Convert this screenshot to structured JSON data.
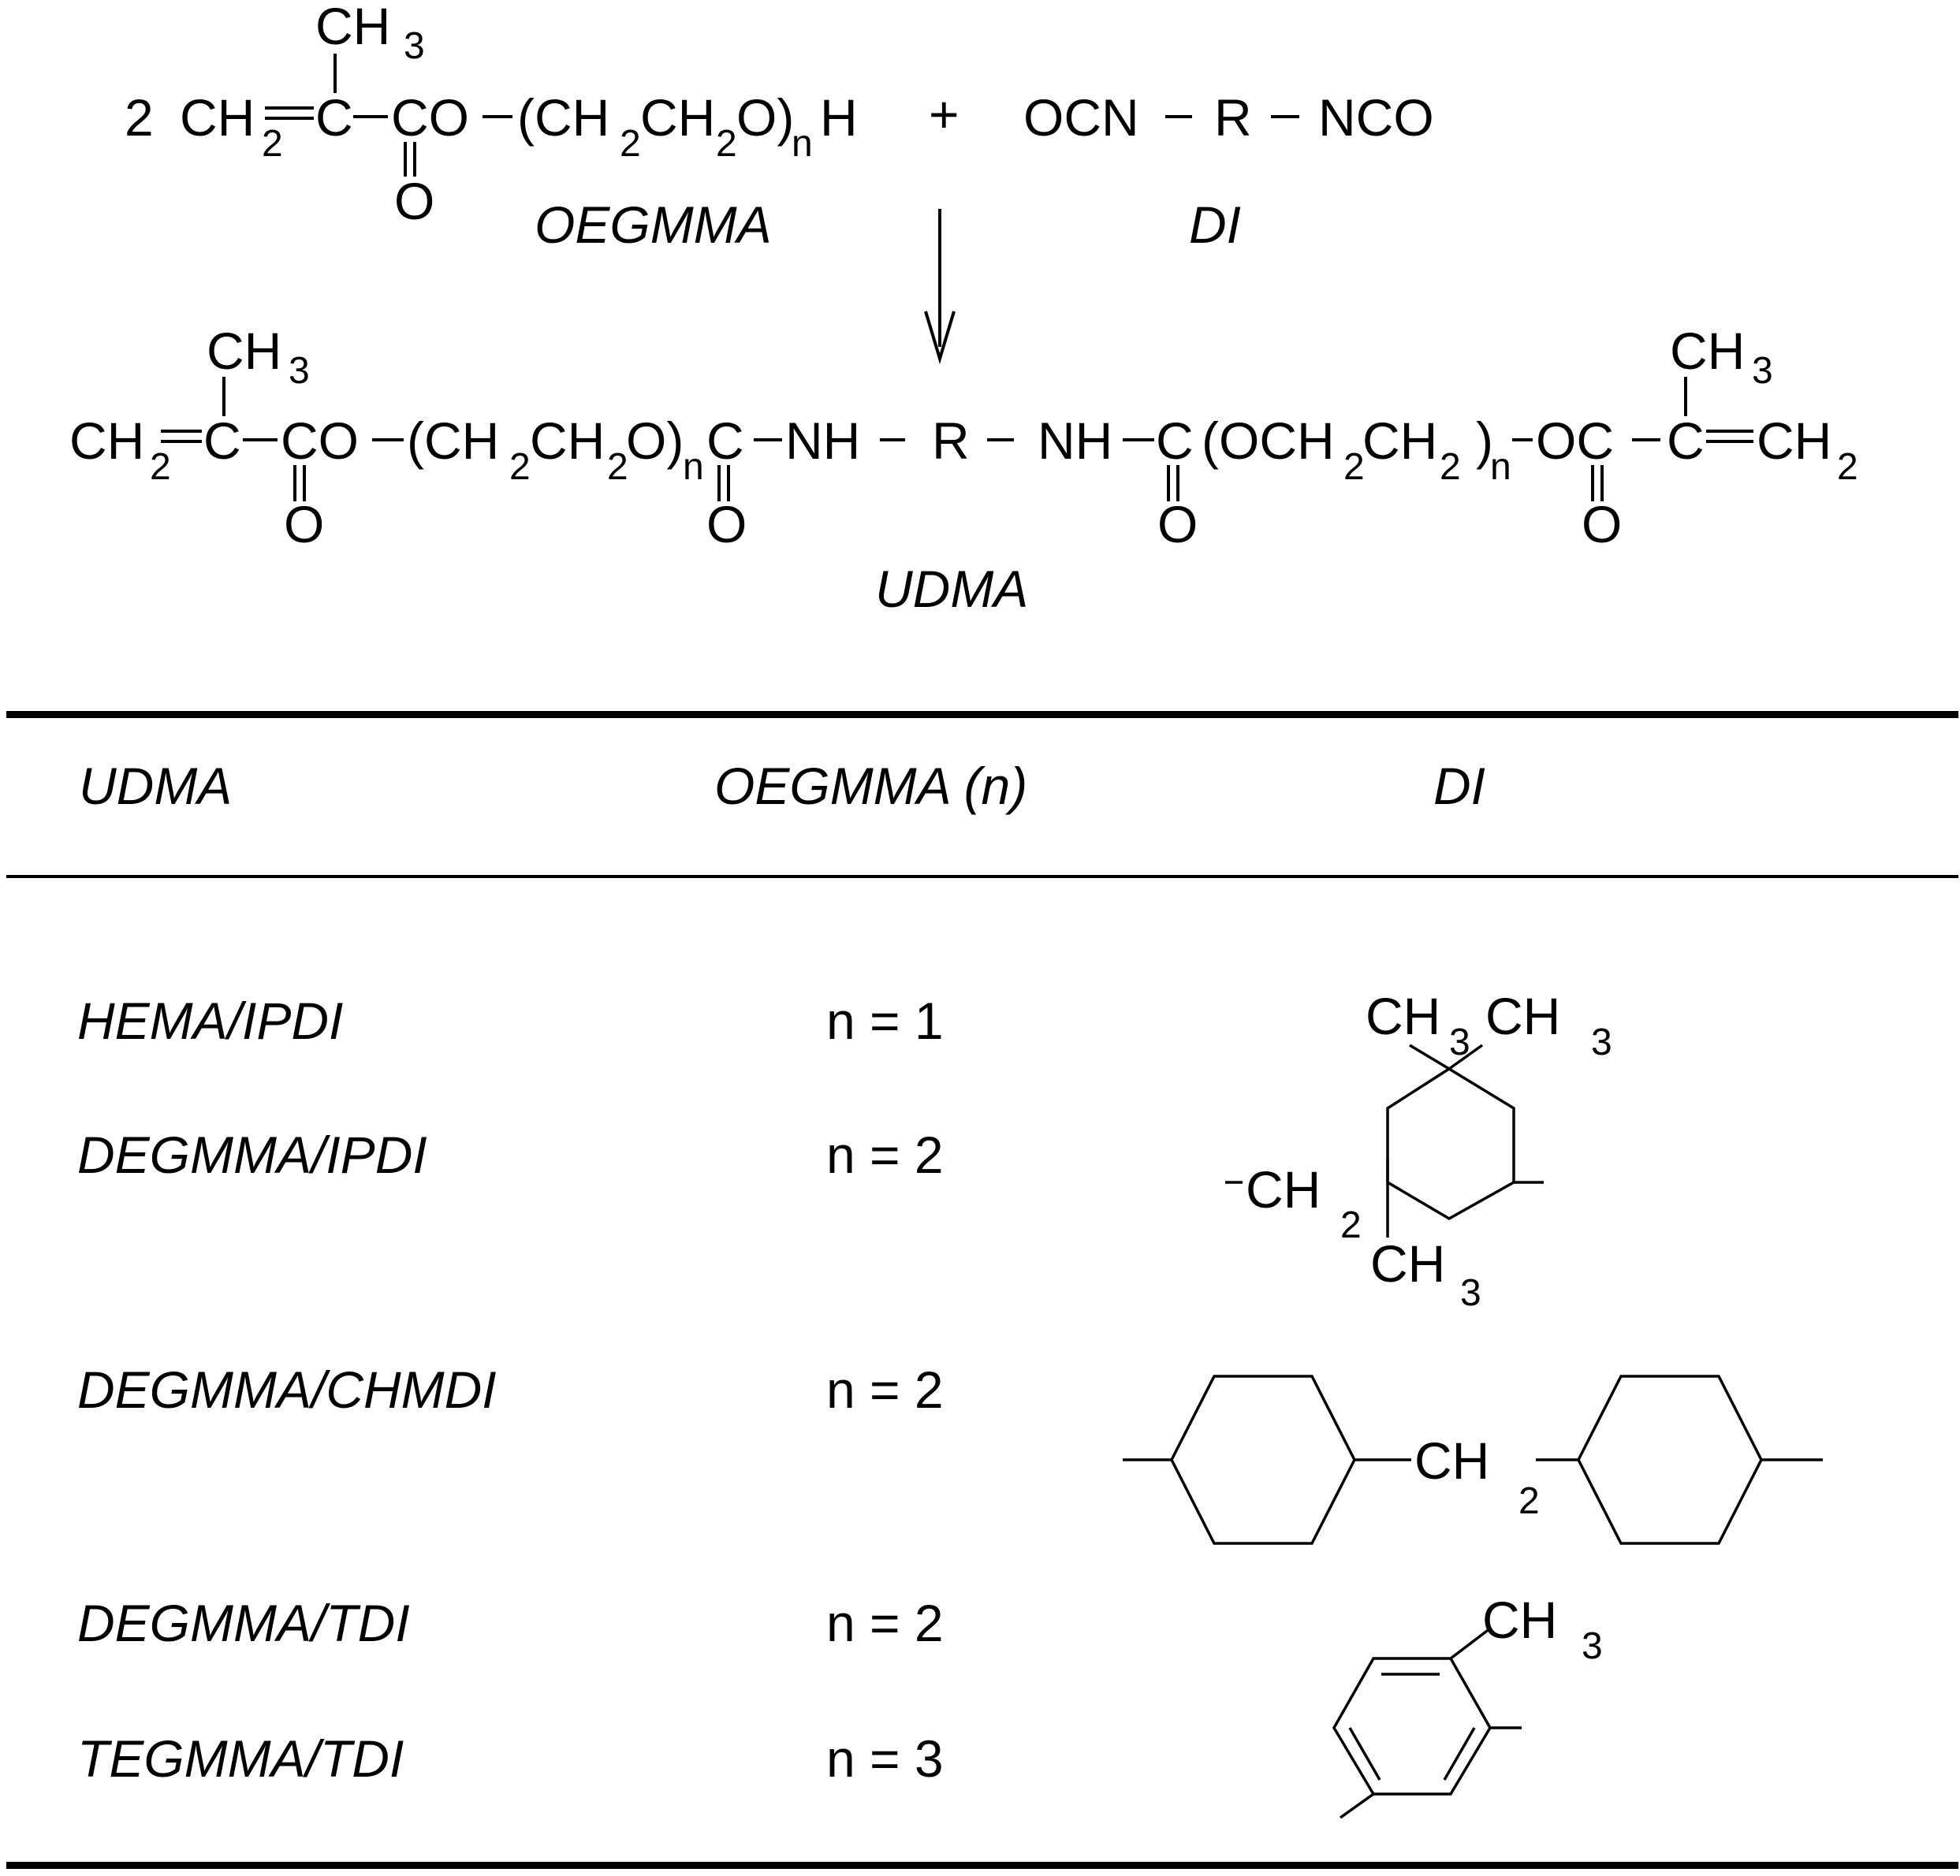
{
  "reaction": {
    "coef": "2",
    "oegmma_formula": {
      "ch2": "CH",
      "ch2_sub": "2",
      "c": "C",
      "co": "CO",
      "chain_open": "(CH",
      "chain_sub1": "2",
      "chain_mid": "CH",
      "chain_sub2": "2",
      "chain_close": "O)",
      "chain_n": "n",
      "h": "H",
      "methyl": "CH",
      "methyl_sub": "3",
      "carbonyl_o": "O"
    },
    "plus": "+",
    "di_formula": {
      "ocn": "OCN",
      "r": "R",
      "nco": "NCO"
    },
    "oegmma_name": "OEGMMA",
    "di_name": "DI",
    "udma_formula": {
      "ch2": "CH",
      "ch2_sub": "2",
      "c": "C",
      "co": "CO",
      "chain1_open": "(CH",
      "chain1_sub1": "2",
      "chain1_mid": "CH",
      "chain1_sub2": "2",
      "chain1_close": "O)",
      "chain1_n": "n",
      "carbamate_c1": "C",
      "nh1": "NH",
      "r": "R",
      "nh2": "NH",
      "carbamate_c2": "C",
      "chain2_open": "(OCH",
      "chain2_sub1": "2",
      "chain2_mid": "CH",
      "chain2_sub2": "2",
      "chain2_close": ")",
      "chain2_n": "n",
      "oc": "OC",
      "c_end": "C",
      "ch2_end": "CH",
      "ch2_end_sub": "2",
      "methyl": "CH",
      "methyl_sub": "3",
      "carbonyl_o": "O"
    },
    "udma_name": "UDMA"
  },
  "table": {
    "headers": [
      "UDMA",
      "OEGMMA (n)",
      "DI"
    ],
    "rows": [
      {
        "udma": "HEMA/IPDI",
        "n": "n = 1"
      },
      {
        "udma": "DEGMMA/IPDI",
        "n": "n = 2"
      },
      {
        "udma": "DEGMMA/CHMDI",
        "n": "n = 2"
      },
      {
        "udma": "DEGMMA/TDI",
        "n": "n = 2"
      },
      {
        "udma": "TEGMMA/TDI",
        "n": "n = 3"
      }
    ],
    "ipdi": {
      "ch3_top1": "CH",
      "ch3_top1_sub": "3",
      "ch3_top2": "CH",
      "ch3_top2_sub": "3",
      "ch2": "CH",
      "ch2_sub": "2",
      "ch3_bottom": "CH",
      "ch3_bottom_sub": "3"
    },
    "chmdi": {
      "ch2": "CH",
      "ch2_sub": "2"
    },
    "tdi": {
      "ch3": "CH",
      "ch3_sub": "3"
    }
  }
}
